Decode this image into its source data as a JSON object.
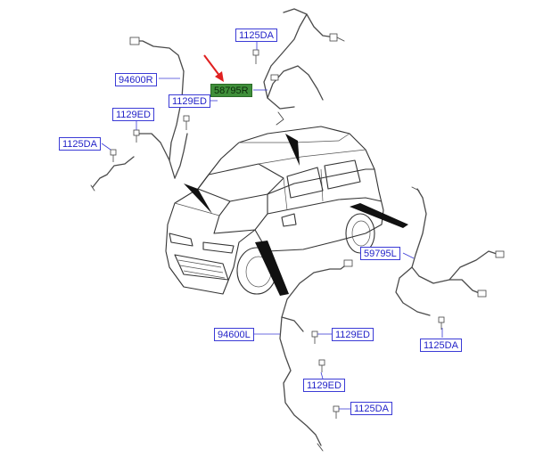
{
  "labels": {
    "l1125da_top": "1125DA",
    "l94600r": "94600R",
    "l58795r": "58795R",
    "l1129ed_mid": "1129ED",
    "l1129ed_left": "1129ED",
    "l1125da_left": "1125DA",
    "l59795l": "59795L",
    "l1125da_right": "1125DA",
    "l94600l": "94600L",
    "l1129ed_low": "1129ED",
    "l1129ed_bottom": "1129ED",
    "l1125da_bottom": "1125DA"
  },
  "colors": {
    "callout_border": "#3b3bd6",
    "callout_text": "#2323c8",
    "highlight_fill": "#3f8f3a",
    "pointer_arrow": "#e02020"
  }
}
